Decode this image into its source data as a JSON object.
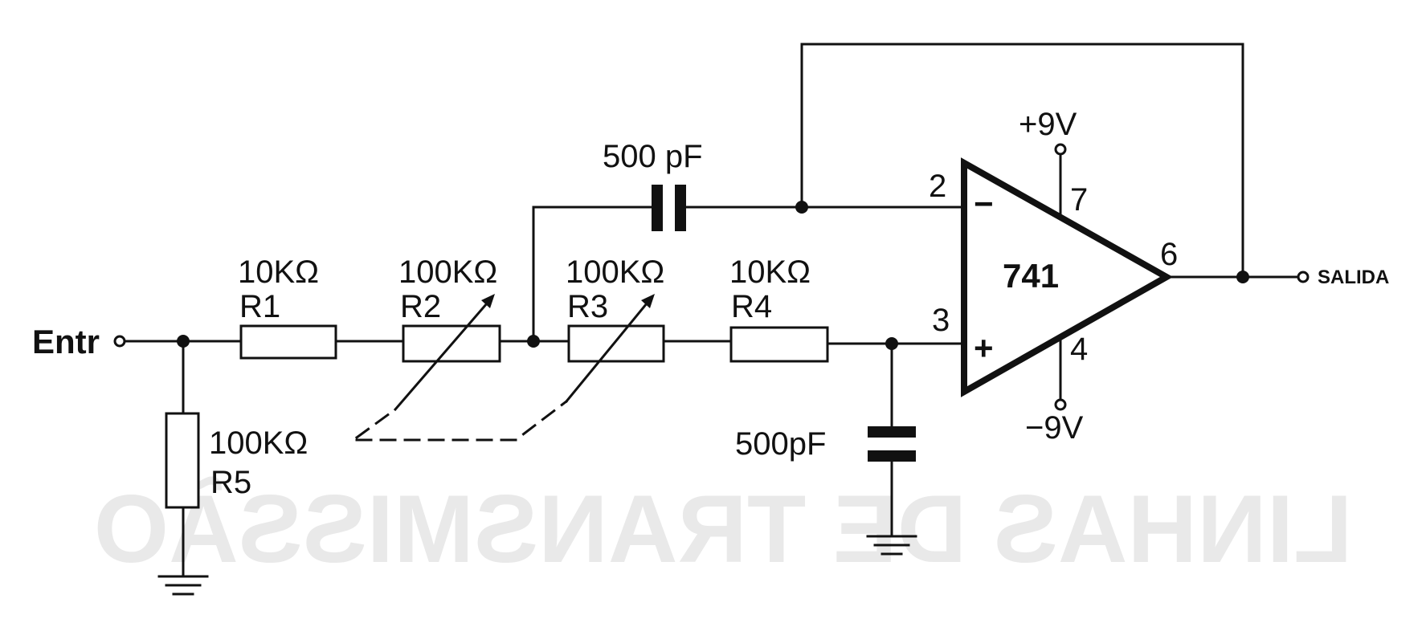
{
  "input": {
    "label": "Entr"
  },
  "output": {
    "label": "SALIDA"
  },
  "resistors": {
    "r1": {
      "name": "R1",
      "value": "10KΩ"
    },
    "r2": {
      "name": "R2",
      "value": "100KΩ"
    },
    "r3": {
      "name": "R3",
      "value": "100KΩ"
    },
    "r4": {
      "name": "R4",
      "value": "10KΩ"
    },
    "r5": {
      "name": "R5",
      "value": "100KΩ"
    }
  },
  "capacitors": {
    "c1": {
      "value": "500 pF"
    },
    "c2": {
      "value": "500pF"
    }
  },
  "opamp": {
    "part": "741",
    "pin_inverting": "2",
    "pin_noninverting": "3",
    "pin_output": "6",
    "pin_vplus": "7",
    "pin_vminus": "4",
    "sign_minus": "−",
    "sign_plus": "+",
    "supply_pos": "+9V",
    "supply_neg": "−9V"
  },
  "background_bleed_text": "LINHAS DE TRANSMISSÃO"
}
